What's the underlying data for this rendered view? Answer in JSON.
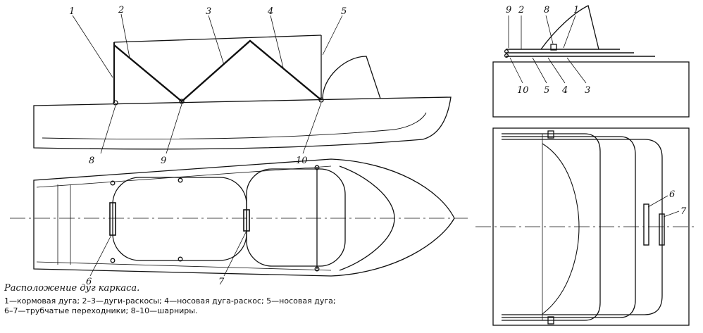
{
  "figure": {
    "labels": {
      "n1": "1",
      "n2": "2",
      "n3": "3",
      "n4": "4",
      "n5": "5",
      "n6": "6",
      "n7": "7",
      "n8": "8",
      "n9": "9",
      "n10": "10"
    },
    "caption": {
      "title": "Расположение дуг каркаса.",
      "line1": "1—кормовая дуга; 2–3—дуги-раскосы; 4—носовая дуга-раскос; 5—носовая дуга;",
      "line2": "6–7—трубчатые переходники; 8–10—шарниры."
    }
  }
}
